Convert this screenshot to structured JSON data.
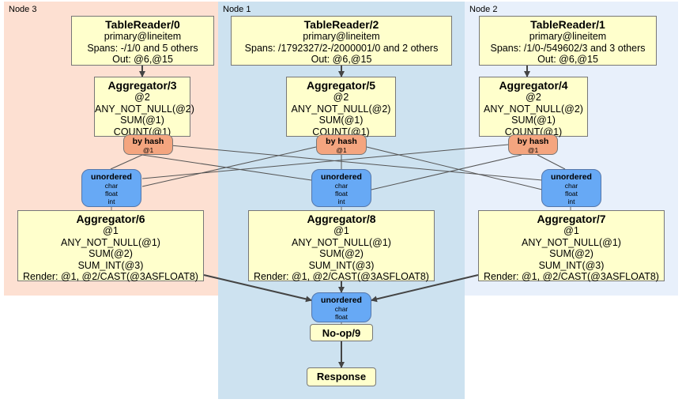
{
  "nodes": {
    "node3": {
      "label": "Node 3",
      "color": "#fde0d2"
    },
    "node1": {
      "label": "Node 1",
      "color": "#cde2f0"
    },
    "node2": {
      "label": "Node 2",
      "color": "#e8f0fb"
    }
  },
  "processors": {
    "tr0": {
      "title": "TableReader/0",
      "lines": [
        "primary@lineitem",
        "Spans: -/1/0 and 5 others",
        "Out: @6,@15"
      ]
    },
    "tr2": {
      "title": "TableReader/2",
      "lines": [
        "primary@lineitem",
        "Spans: /1792327/2-/2000001/0 and 2 others",
        "Out: @6,@15"
      ]
    },
    "tr1": {
      "title": "TableReader/1",
      "lines": [
        "primary@lineitem",
        "Spans: /1/0-/549602/3 and 3 others",
        "Out: @6,@15"
      ]
    },
    "ag3": {
      "title": "Aggregator/3",
      "lines": [
        "@2",
        "ANY_NOT_NULL(@2)",
        "SUM(@1)",
        "COUNT(@1)"
      ]
    },
    "ag5": {
      "title": "Aggregator/5",
      "lines": [
        "@2",
        "ANY_NOT_NULL(@2)",
        "SUM(@1)",
        "COUNT(@1)"
      ]
    },
    "ag4": {
      "title": "Aggregator/4",
      "lines": [
        "@2",
        "ANY_NOT_NULL(@2)",
        "SUM(@1)",
        "COUNT(@1)"
      ]
    },
    "ag6": {
      "title": "Aggregator/6",
      "lines": [
        "@1",
        "ANY_NOT_NULL(@1)",
        "SUM(@2)",
        "SUM_INT(@3)",
        "Render: @1, @2/CAST(@3ASFLOAT8)"
      ]
    },
    "ag8": {
      "title": "Aggregator/8",
      "lines": [
        "@1",
        "ANY_NOT_NULL(@1)",
        "SUM(@2)",
        "SUM_INT(@3)",
        "Render: @1, @2/CAST(@3ASFLOAT8)"
      ]
    },
    "ag7": {
      "title": "Aggregator/7",
      "lines": [
        "@1",
        "ANY_NOT_NULL(@1)",
        "SUM(@2)",
        "SUM_INT(@3)",
        "Render: @1, @2/CAST(@3ASFLOAT8)"
      ]
    }
  },
  "routers": {
    "r3": {
      "title": "by hash",
      "sub": "@1"
    },
    "r5": {
      "title": "by hash",
      "sub": "@1"
    },
    "r4": {
      "title": "by hash",
      "sub": "@1"
    }
  },
  "syncs": {
    "s6": {
      "title": "unordered",
      "types": [
        "char",
        "float",
        "int"
      ]
    },
    "s8": {
      "title": "unordered",
      "types": [
        "char",
        "float",
        "int"
      ]
    },
    "s7": {
      "title": "unordered",
      "types": [
        "char",
        "float",
        "int"
      ]
    },
    "s9": {
      "title": "unordered",
      "types": [
        "char",
        "float"
      ]
    }
  },
  "noop": {
    "title": "No-op/9"
  },
  "response": {
    "title": "Response"
  }
}
